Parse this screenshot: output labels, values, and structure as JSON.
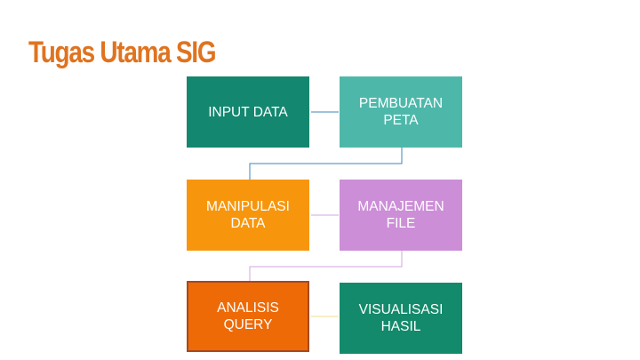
{
  "slide": {
    "title": "Tugas Utama SIG"
  },
  "boxes": [
    {
      "label": "INPUT DATA",
      "color": "#13876f",
      "text_color": "#ffffff"
    },
    {
      "label": "PEMBUATAN\nPETA",
      "color": "#4db8aa",
      "text_color": "#ffffff"
    },
    {
      "label": "MANIPULASI\nDATA",
      "color": "#f7960c",
      "text_color": "#ffffff"
    },
    {
      "label": "MANAJEMEN\nFILE",
      "color": "#cc8ed7",
      "text_color": "#ffffff"
    },
    {
      "label": "ANALISIS\nQUERY",
      "color": "#ed6a07",
      "text_color": "#ffffff",
      "border": "#a8481e"
    },
    {
      "label": "VISUALISASI\nHASIL",
      "color": "#138a6b",
      "text_color": "#ffffff"
    }
  ],
  "connector_colors": {
    "row1": "#3f86b8",
    "row2": "#d1a6e0",
    "row3": "#f1dc8c"
  }
}
